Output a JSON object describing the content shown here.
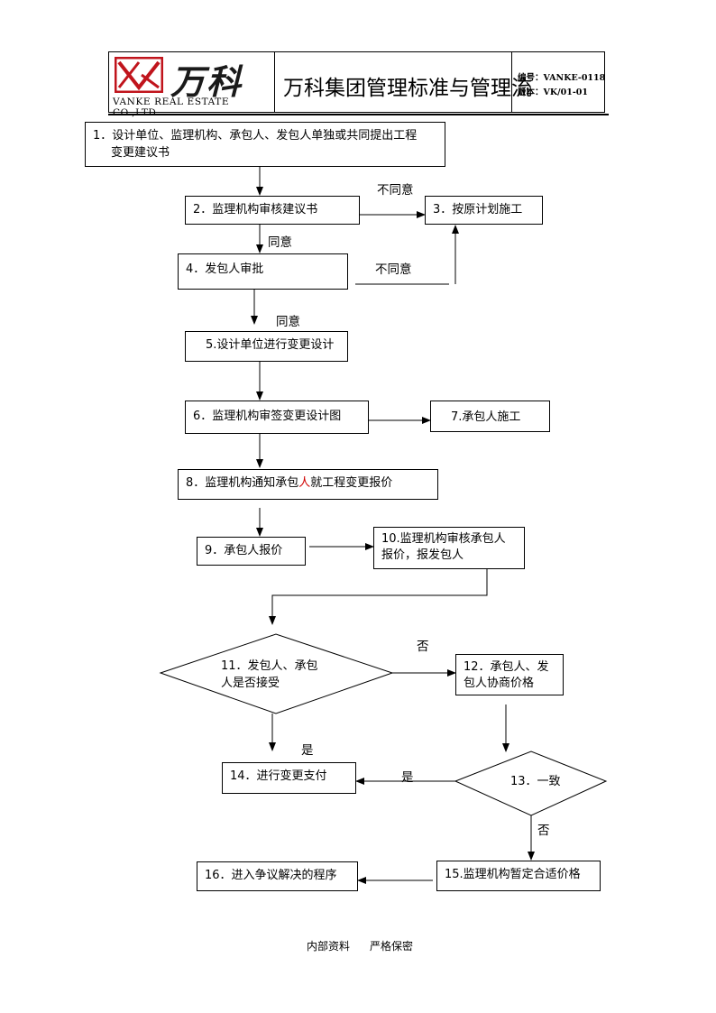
{
  "header": {
    "logo_cn": "万科",
    "logo_en": "VANKE REAL ESTATE CO.,LTD",
    "title": "万科集团管理标准与管理流",
    "code_label": "编号：",
    "code_value": "VANKE-0118",
    "version_label": "版本：",
    "version_value": "VK/01-01",
    "logo_color": "#c0141c"
  },
  "steps": {
    "s1_line1": "1．设计单位、监理机构、承包人、发包人单独或共同提出工程",
    "s1_line2": "变更建议书",
    "s2": "2．监理机构审核建议书",
    "s3": "3．按原计划施工",
    "s4": "4．发包人审批",
    "s5": "5.设计单位进行变更设计",
    "s6": "6．监理机构审签变更设计图",
    "s7": "7.承包人施工",
    "s8_a": "8．监理机构通知承包",
    "s8_red": "人",
    "s8_b": "就工程变更报价",
    "s9": "9．承包人报价",
    "s10_line1": "10.监理机构审核承包人",
    "s10_line2": "报价，报发包人",
    "s11_line1": "11．发包人、承包",
    "s11_line2": "人是否接受",
    "s12_line1": "12．承包人、发",
    "s12_line2": "包人协商价格",
    "s13": "13．一致",
    "s14": "14．进行变更支付",
    "s15": "15.监理机构暂定合适价格",
    "s16": "16．进入争议解决的程序"
  },
  "labels": {
    "disagree_1": "不同意",
    "agree_1": "同意",
    "disagree_2": "不同意",
    "agree_2": "同意",
    "no_1": "否",
    "yes_1": "是",
    "yes_2": "是",
    "no_2": "否"
  },
  "footer": {
    "left": "内部资料",
    "right": "严格保密"
  }
}
